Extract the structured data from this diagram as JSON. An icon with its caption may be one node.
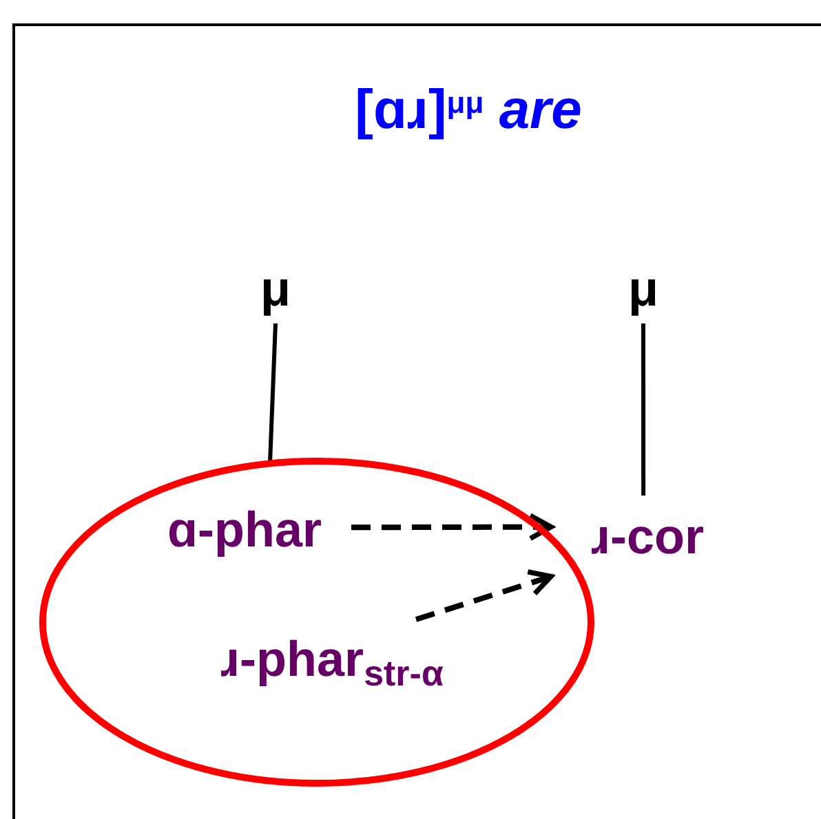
{
  "diagram": {
    "title": "[ɑɹ]$^{μμ}$ *are*",
    "nodes": [
      {
        "text": [
          "μ"
        ]
      },
      {
        "text": [
          "μ"
        ]
      },
      {
        "text": [],
        "shape": "ellipse"
      },
      {
        "text": [
          "ɑ-phar"
        ],
        "in": 2
      },
      {
        "text": [
          "ɹ-cor"
        ]
      },
      {
        "text": [
          "ɹ-phar$_{str-α}$"
        ],
        "in": 2
      }
    ],
    "edges": [
      {
        "from": 0,
        "to": 2,
        "arrow": "none"
      },
      {
        "from": 1,
        "to": 4,
        "arrow": "none"
      },
      {
        "from": 3,
        "to": 4,
        "arrow": "to",
        "style": "dashed"
      },
      {
        "from": 5,
        "to": 4,
        "arrow": "to",
        "style": "dashed"
      }
    ]
  }
}
